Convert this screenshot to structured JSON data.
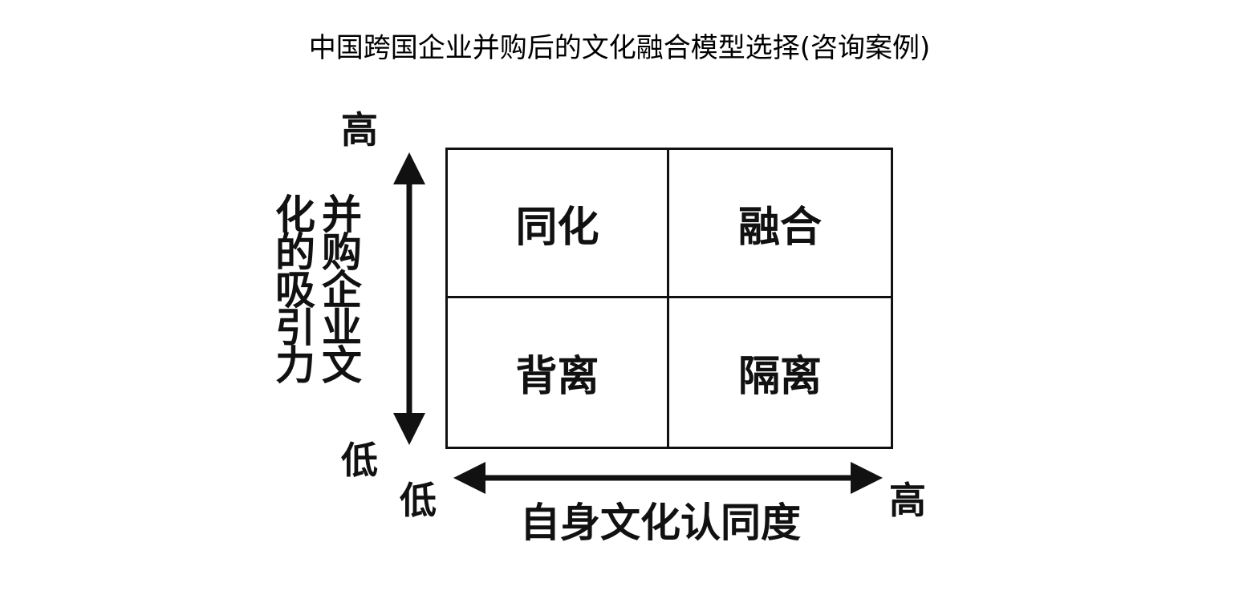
{
  "title": "中国跨国企业并购后的文化融合模型选择(咨询案例)",
  "y_axis": {
    "label_col_left": "化的吸引力",
    "label_col_right": "并购企业文",
    "high": "高",
    "low": "低"
  },
  "x_axis": {
    "label": "自身文化认同度",
    "low": "低",
    "high": "高"
  },
  "quadrants": {
    "top_left": "同化",
    "top_right": "融合",
    "bottom_left": "背离",
    "bottom_right": "隔离"
  },
  "colors": {
    "ink": "#111111",
    "background": "#ffffff"
  }
}
